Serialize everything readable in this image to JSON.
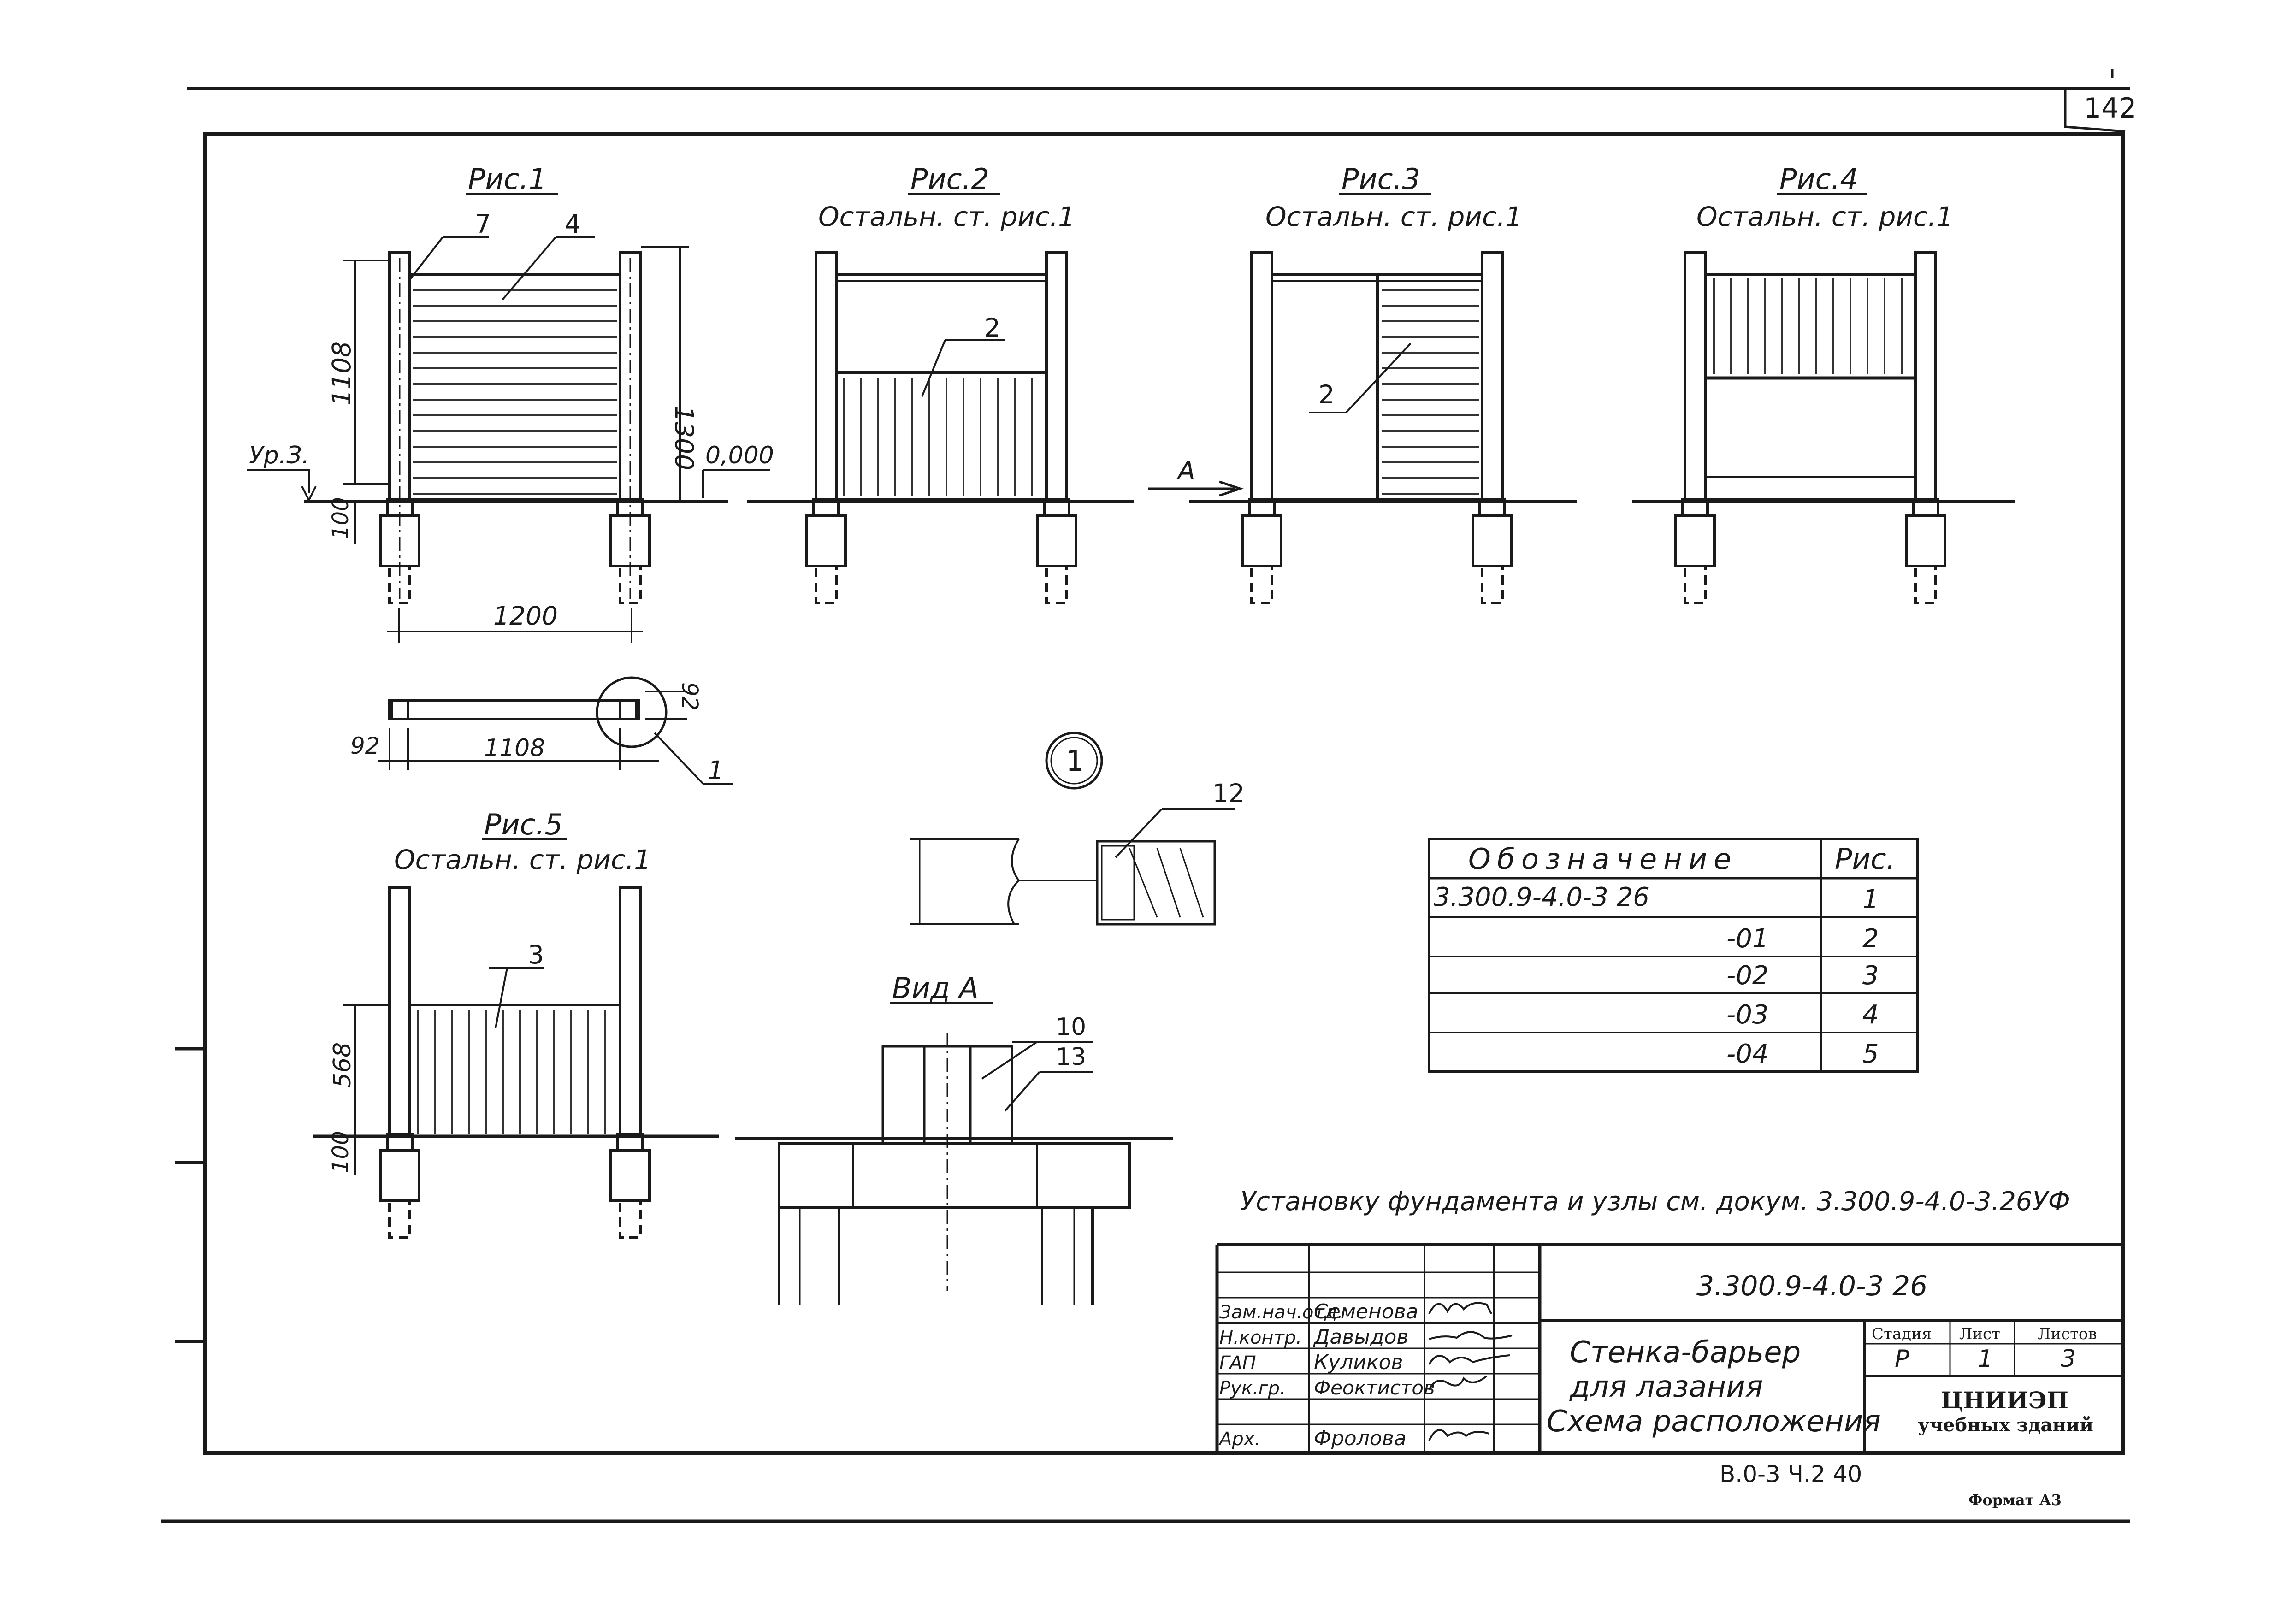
{
  "sheet_number": "142",
  "figures": {
    "fig1": {
      "title": "Рис.1",
      "callout_7": "7",
      "callout_4": "4",
      "dim_1108": "1108",
      "dim_1300": "1300",
      "level_label": "Ур.З.",
      "zero_mark": "0,000",
      "dim_100": "100",
      "dim_1200": "1200"
    },
    "fig2": {
      "title": "Рис.2",
      "subtitle": "Остальн. ст. рис.1",
      "callout": "2"
    },
    "fig3": {
      "title": "Рис.3",
      "subtitle": "Остальн. ст. рис.1",
      "callout": "2",
      "view_arrow": "А"
    },
    "fig4": {
      "title": "Рис.4",
      "subtitle": "Остальн. ст. рис.1"
    },
    "fig5": {
      "title": "Рис.5",
      "subtitle": "Остальн. ст. рис.1",
      "callout": "3",
      "dim_568": "568",
      "dim_100": "100"
    },
    "plan": {
      "dim_92_left": "92",
      "dim_1108": "1108",
      "dim_92_right": "92",
      "node_ref": "1"
    },
    "node": {
      "label": "1",
      "callout_12": "12"
    },
    "view_a": {
      "title": "Вид А",
      "callout_10": "10",
      "callout_13": "13"
    }
  },
  "designation_table": {
    "headers": [
      "Обозначение",
      "Рис."
    ],
    "rows": [
      [
        "3.300.9-4.0-3 26",
        "1"
      ],
      [
        "-01",
        "2"
      ],
      [
        "-02",
        "3"
      ],
      [
        "-03",
        "4"
      ],
      [
        "-04",
        "5"
      ]
    ]
  },
  "note": "Установку фундамента и узлы см. докум. 3.300.9-4.0-3.26УФ",
  "title_block": {
    "doc_code": "3.300.9-4.0-3 26",
    "staff": [
      {
        "role": "Зам.нач.отд.",
        "name": "Семенова"
      },
      {
        "role": "Н.контр.",
        "name": "Давыдов"
      },
      {
        "role": "ГАП",
        "name": "Куликов"
      },
      {
        "role": "Рук.гр.",
        "name": "Феоктистов"
      },
      {
        "role": "Арх.",
        "name": "Фролова"
      }
    ],
    "title_lines": [
      "Стенка-барьер",
      "для лазания",
      "Схема расположения"
    ],
    "stage_header": "Стадия",
    "sheet_header": "Лист",
    "sheets_header": "Листов",
    "stage": "Р",
    "sheet": "1",
    "sheets": "3",
    "org_name": "ЦНИИЭП",
    "org_sub": "учебных зданий"
  },
  "bottom_code": "В.0-3  Ч.2  40",
  "format_label": "Формат А3"
}
